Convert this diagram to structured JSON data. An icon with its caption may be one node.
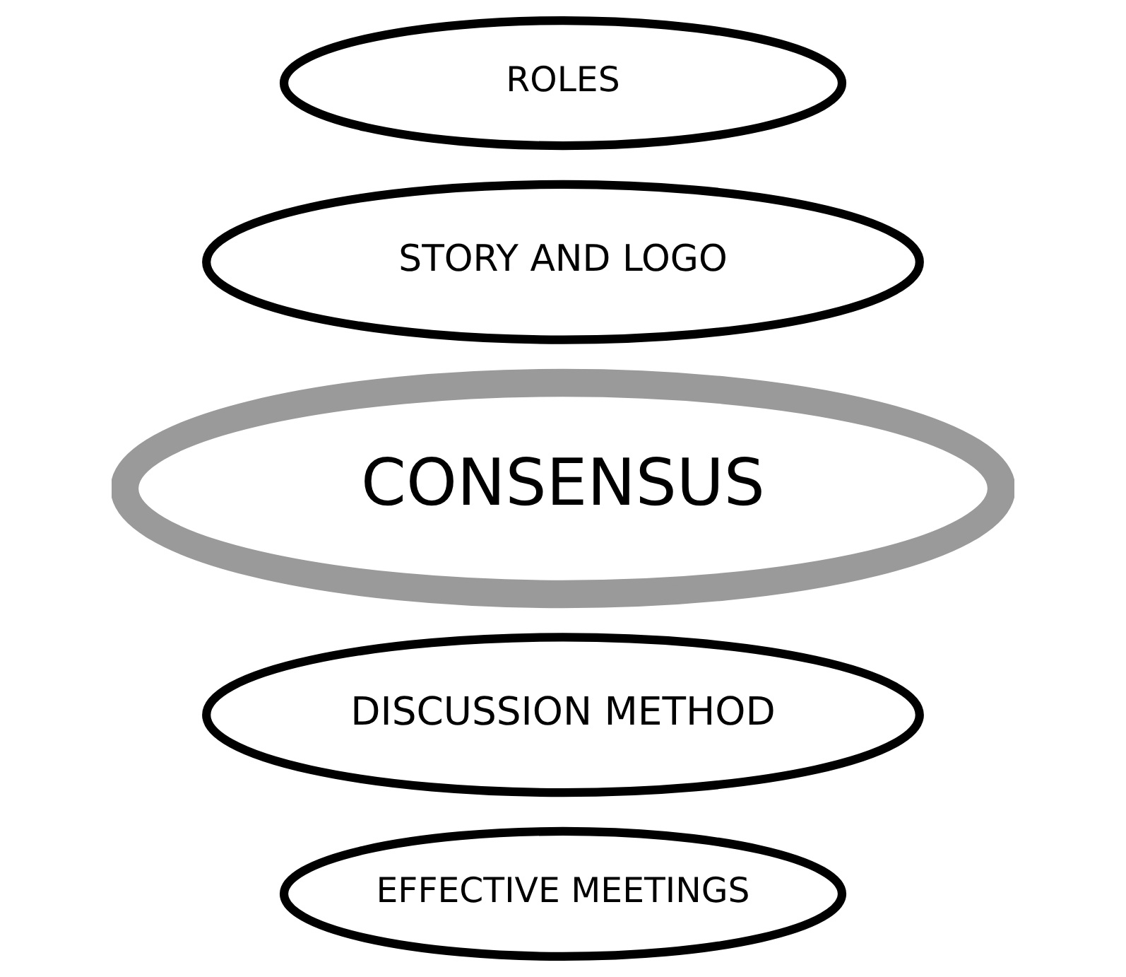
{
  "diagram": {
    "nodes": [
      {
        "text": [
          "EFFECTIVE MEETINGS"
        ]
      },
      {
        "text": [
          "DISCUSSION METHOD"
        ]
      },
      {
        "text": [
          "CONSENSUS"
        ]
      },
      {
        "text": [
          "STORY AND LOGO"
        ]
      },
      {
        "text": [
          "ROLES"
        ]
      }
    ]
  }
}
